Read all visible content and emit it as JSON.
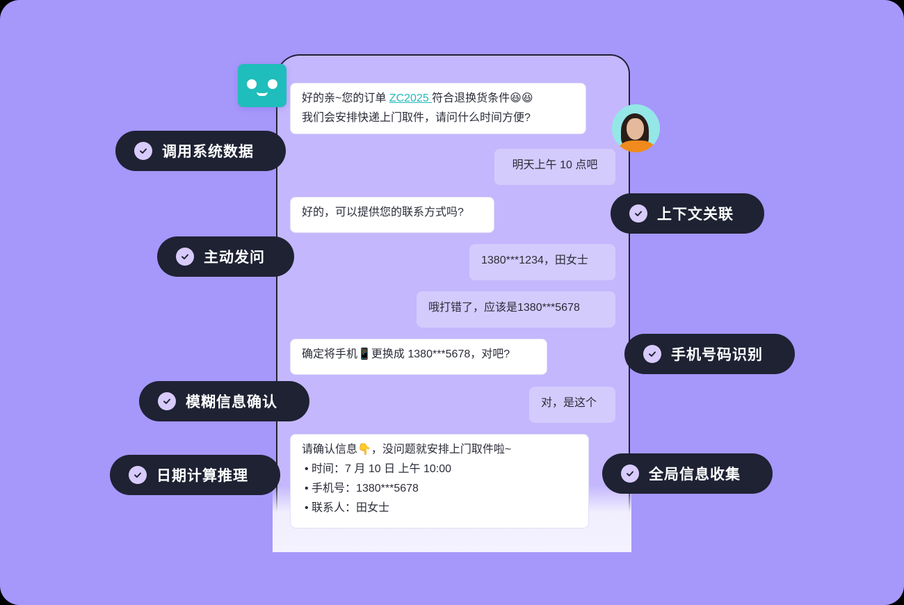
{
  "colors": {
    "background": "#a697fb",
    "phone_bg": "#c4b7fd",
    "bot_bubble": "#ffffff",
    "user_bubble": "#d4cbfd",
    "pill_bg": "#1e2233",
    "check_bg": "#d8cbfc",
    "link": "#25b8bd",
    "bot_avatar": "#1fbdbb"
  },
  "avatars": {
    "bot": "robot-face-icon",
    "user": "woman-portrait-avatar"
  },
  "messages": [
    {
      "role": "bot",
      "line1_before": "好的亲~您的订单 ",
      "order_link": "ZC2025 ",
      "line1_after": "符合退换货条件😆😆",
      "line2": "我们会安排快递上门取件，请问什么时间方便?"
    },
    {
      "role": "user",
      "text": "明天上午 10 点吧"
    },
    {
      "role": "bot",
      "text": "好的，可以提供您的联系方式吗?"
    },
    {
      "role": "user",
      "text": "1380***1234，田女士"
    },
    {
      "role": "user",
      "text": "哦打错了，应该是1380***5678"
    },
    {
      "role": "bot",
      "text": "确定将手机📱更换成 1380***5678，对吧?"
    },
    {
      "role": "user",
      "text": "对，是这个"
    },
    {
      "role": "bot",
      "intro": "请确认信息👇，没问题就安排上门取件啦~",
      "bullets": [
        "• 时间：7 月 10 日 上午 10:00",
        "• 手机号：1380***5678",
        "• 联系人：田女士"
      ]
    }
  ],
  "capabilities": [
    {
      "label": "调用系统数据",
      "icon": "check-circle-icon"
    },
    {
      "label": "上下文关联",
      "icon": "check-circle-icon"
    },
    {
      "label": "主动发问",
      "icon": "check-circle-icon"
    },
    {
      "label": "手机号码识别",
      "icon": "check-circle-icon"
    },
    {
      "label": "模糊信息确认",
      "icon": "check-circle-icon"
    },
    {
      "label": "日期计算推理",
      "icon": "check-circle-icon"
    },
    {
      "label": "全局信息收集",
      "icon": "check-circle-icon"
    }
  ]
}
